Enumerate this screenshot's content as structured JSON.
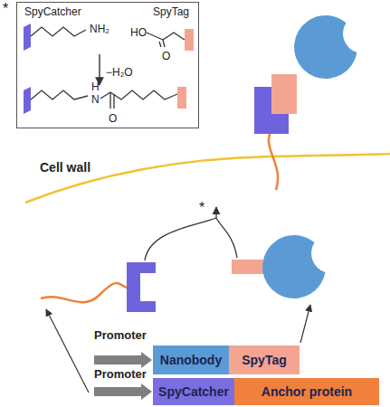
{
  "diagram": {
    "nodes": [
      {
        "text": [
          "*",
          "SpyCatcher",
          "SpyTag",
          "NH₂",
          "HO",
          "O",
          "−H₂O",
          "H",
          "N",
          "O"
        ]
      },
      {
        "text": [
          "Nanobody"
        ]
      },
      {
        "text": [
          "SpyTag"
        ]
      },
      {
        "text": [
          "SpyCatcher"
        ]
      },
      {
        "text": [
          "Anchor protein"
        ]
      }
    ],
    "labels": [
      "Cell wall",
      "*",
      "Promoter",
      "Promoter"
    ]
  }
}
